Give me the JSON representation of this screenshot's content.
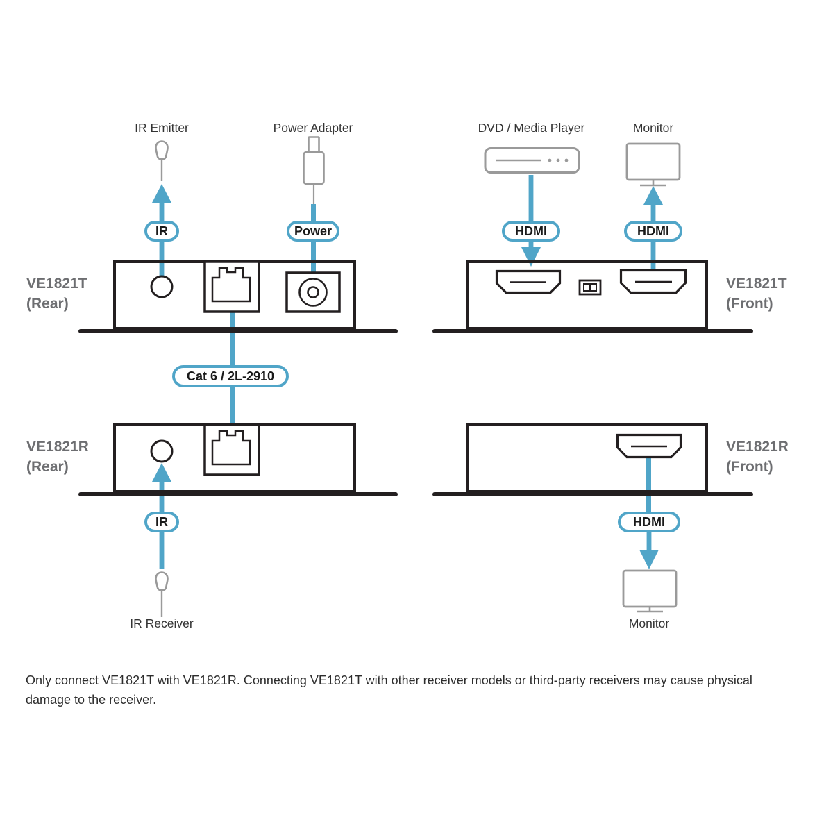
{
  "labels": {
    "ir_emitter": "IR Emitter",
    "power_adapter": "Power Adapter",
    "dvd_media_player": "DVD / Media Player",
    "monitor_top": "Monitor",
    "ir_receiver": "IR Receiver",
    "monitor_bottom": "Monitor"
  },
  "badges": {
    "ir_top": "IR",
    "power": "Power",
    "hdmi_source": "HDMI",
    "hdmi_display_top": "HDMI",
    "cat6_cable": "Cat 6 / 2L-2910",
    "ir_bottom": "IR",
    "hdmi_display_bottom": "HDMI"
  },
  "devices": {
    "ve1821t_rear": {
      "model": "VE1821T",
      "view": "(Rear)"
    },
    "ve1821t_front": {
      "model": "VE1821T",
      "view": "(Front)"
    },
    "ve1821r_rear": {
      "model": "VE1821R",
      "view": "(Rear)"
    },
    "ve1821r_front": {
      "model": "VE1821R",
      "view": "(Front)"
    }
  },
  "note": "Only connect VE1821T with VE1821R. Connecting VE1821T with other receiver models or third-party receivers may cause physical damage to the receiver.",
  "colors": {
    "accent_blue": "#50A5C8",
    "icon_gray": "#9A9A9A",
    "line_black": "#231F20",
    "device_label_gray": "#6D6E71"
  }
}
